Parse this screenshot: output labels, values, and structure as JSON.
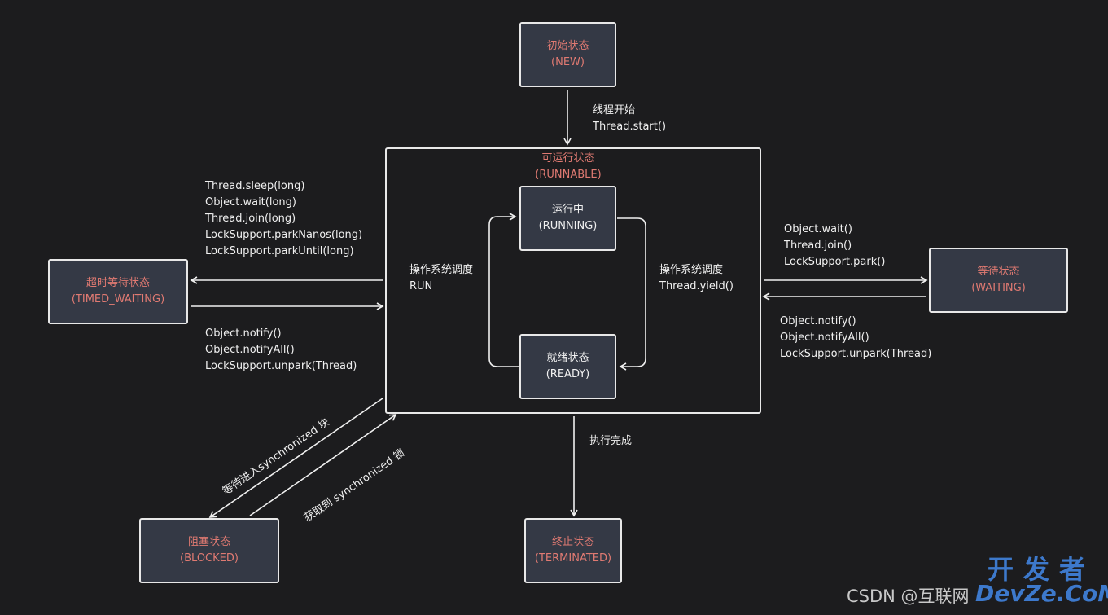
{
  "states": {
    "new": {
      "line1": "初始状态",
      "line2": "(NEW)"
    },
    "runnable": {
      "line1": "可运行状态",
      "line2": "(RUNNABLE)"
    },
    "running": {
      "line1": "运行中",
      "line2": "(RUNNING)"
    },
    "ready": {
      "line1": "就绪状态",
      "line2": "(READY)"
    },
    "timed_waiting": {
      "line1": "超时等待状态",
      "line2": "(TIMED_WAITING)"
    },
    "waiting": {
      "line1": "等待状态",
      "line2": "(WAITING)"
    },
    "blocked": {
      "line1": "阻塞状态",
      "line2": "(BLOCKED)"
    },
    "terminated": {
      "line1": "终止状态",
      "line2": "(TERMINATED)"
    }
  },
  "labels": {
    "start": [
      "线程开始",
      "Thread.start()"
    ],
    "to_timed_waiting": [
      "Thread.sleep(long)",
      "Object.wait(long)",
      "Thread.join(long)",
      "LockSupport.parkNanos(long)",
      "LockSupport.parkUntil(long)"
    ],
    "from_timed_waiting": [
      "Object.notify()",
      "Object.notifyAll()",
      "LockSupport.unpark(Thread)"
    ],
    "to_waiting": [
      "Object.wait()",
      "Thread.join()",
      "LockSupport.park()"
    ],
    "from_waiting": [
      "Object.notify()",
      "Object.notifyAll()",
      "LockSupport.unpark(Thread)"
    ],
    "os_run": [
      "操作系统调度",
      "RUN"
    ],
    "os_yield": [
      "操作系统调度",
      "Thread.yield()"
    ],
    "finish": "执行完成",
    "wait_sync": "等待进入synchronized 块",
    "got_sync": "获取到 synchronized 锁"
  },
  "watermark": {
    "text": "CSDN @互联网",
    "logo_line1": "开发者",
    "logo_line2": "DevZe.CoM"
  },
  "colors": {
    "background": "#1c1c1e",
    "node_fill": "#343945",
    "state_text": "#e07a72",
    "line": "#f0f0f0"
  }
}
